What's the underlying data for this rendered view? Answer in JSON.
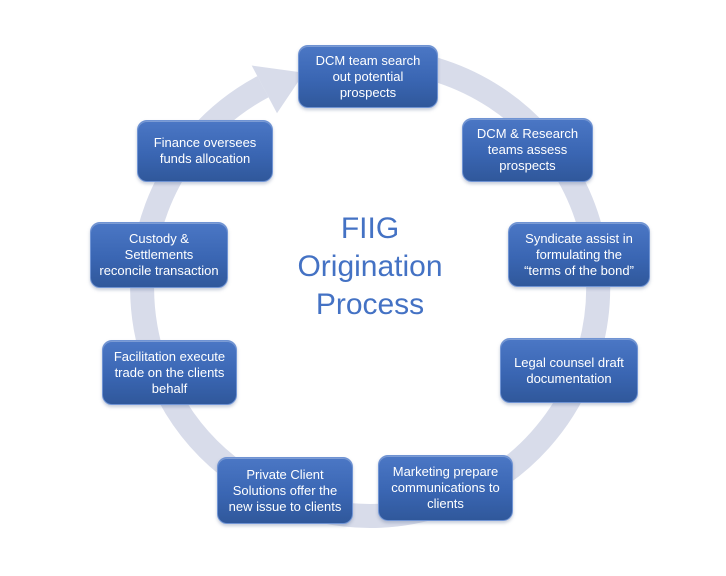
{
  "theme": {
    "background": "#ffffff",
    "accent_blue": "#4472C4",
    "arrow_color": "#D8DCEA",
    "box_top": "#4B77C5",
    "box_bottom": "#30589B",
    "box_border": "#6F93D3",
    "box_text": "#FFFFFF"
  },
  "diagram": {
    "title": "FIIG\nOrigination\nProcess",
    "flow_direction": "clockwise",
    "steps": [
      {
        "label": "DCM team search\nout potential\nprospects"
      },
      {
        "label": "DCM & Research\nteams assess\nprospects"
      },
      {
        "label": "Syndicate assist in\nformulating the\n“terms of the bond”"
      },
      {
        "label": "Legal counsel draft\ndocumentation"
      },
      {
        "label": "Marketing prepare\ncommunications to\nclients"
      },
      {
        "label": "Private Client\nSolutions offer the\nnew issue to clients"
      },
      {
        "label": "Facilitation execute\ntrade on the clients\nbehalf"
      },
      {
        "label": "Custody &\nSettlements\nreconcile transaction"
      },
      {
        "label": "Finance oversees\nfunds allocation"
      }
    ]
  }
}
